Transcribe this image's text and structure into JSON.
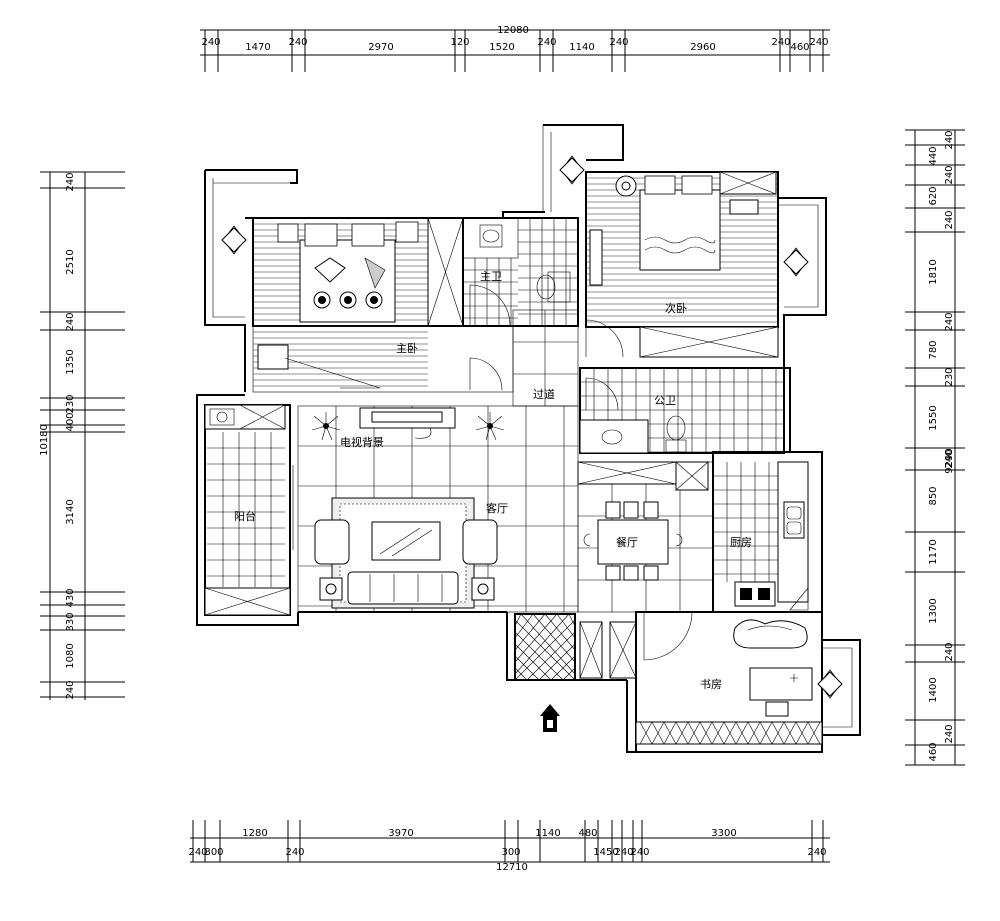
{
  "dimensions": {
    "top_total": "12080",
    "top": [
      "240",
      "1470",
      "240",
      "2970",
      "120",
      "1520",
      "240",
      "1140",
      "240",
      "2960",
      "240",
      "460",
      "240"
    ],
    "bottom_total": "12710",
    "bottom": [
      "240",
      "300",
      "1280",
      "240",
      "3970",
      "300",
      "1140",
      "480",
      "1450",
      "240",
      "240",
      "3300",
      "240"
    ],
    "left_total": "10180",
    "left": [
      "240",
      "2510",
      "240",
      "1350",
      "230",
      "400",
      "3140",
      "430",
      "330",
      "1080",
      "240"
    ],
    "right_total": "9290",
    "right": [
      "240",
      "440",
      "240",
      "620",
      "240",
      "1810",
      "240",
      "780",
      "230",
      "1550",
      "240",
      "850",
      "1170",
      "1300",
      "240",
      "1400",
      "240",
      "460"
    ]
  },
  "rooms": {
    "master_bedroom": "主卧",
    "master_bath": "主卫",
    "second_bedroom": "次卧",
    "corridor": "过道",
    "public_bath": "公卫",
    "tv_wall": "电视背景",
    "living_room": "客厅",
    "dining_room": "餐厅",
    "kitchen": "厨房",
    "balcony": "阳台",
    "study": "书房"
  }
}
